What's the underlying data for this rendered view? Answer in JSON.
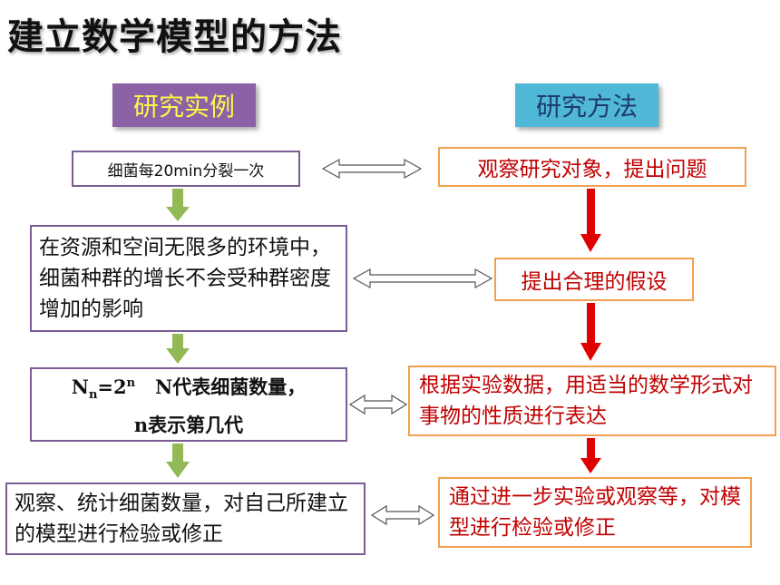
{
  "title": "建立数学模型的方法",
  "headers": {
    "left": "研究实例",
    "right": "研究方法"
  },
  "left_steps": [
    {
      "text": "细菌每20min分裂一次"
    },
    {
      "text": "在资源和空间无限多的环境中，细菌种群的增长不会受种群密度增加的影响"
    },
    {
      "N": "N",
      "sub": "n",
      "eq": "=2",
      "sup": "n",
      "rest": "N代表细菌数量，",
      "line2": "n表示第几代"
    },
    {
      "text": "观察、统计细菌数量，对自己所建立的模型进行检验或修正"
    }
  ],
  "right_steps": [
    {
      "text": "观察研究对象，提出问题"
    },
    {
      "text": "提出合理的假设"
    },
    {
      "text": "根据实验数据，用适当的数学形式对事物的性质进行表达"
    },
    {
      "text": "通过进一步实验或观察等，对模型进行检验或修正"
    }
  ],
  "colors": {
    "left_arrow": "#92b955",
    "right_arrow": "#e00000",
    "left_border": "#7a5c96",
    "right_border": "#f0a050",
    "right_text": "#c00000"
  }
}
